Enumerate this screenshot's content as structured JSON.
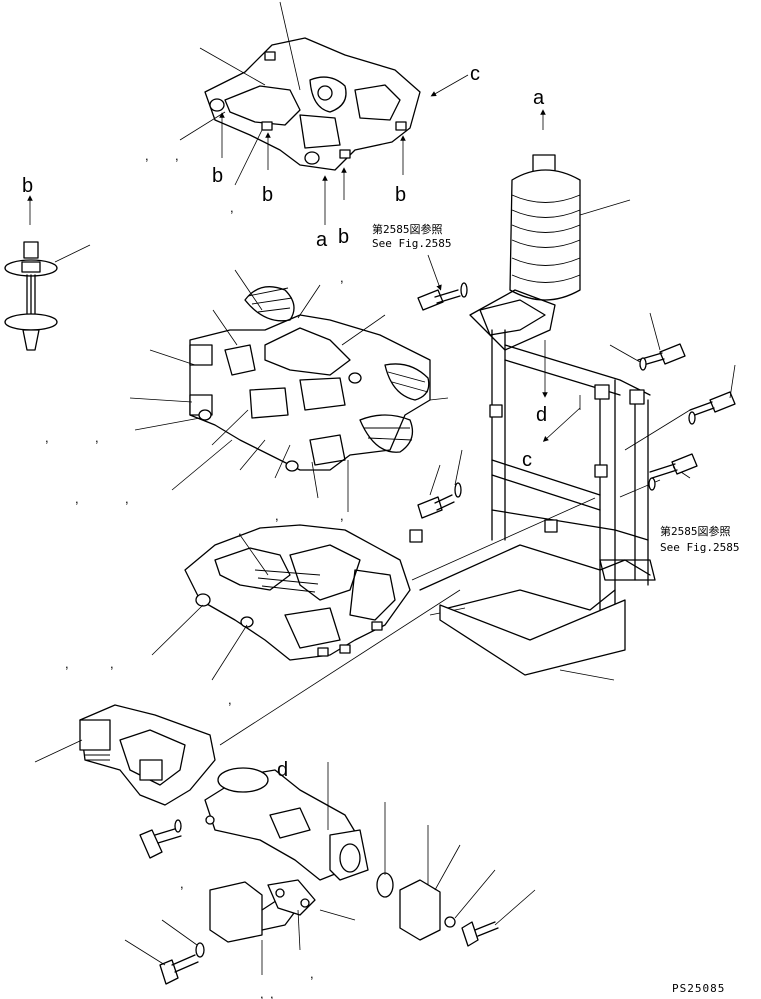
{
  "labels": {
    "a": "a",
    "b": "b",
    "c": "c",
    "d": "d"
  },
  "references": {
    "jp": "第2585図参照",
    "en": "See Fig.2585"
  },
  "drawing_code": "PS25085",
  "tick_marks": ","
}
